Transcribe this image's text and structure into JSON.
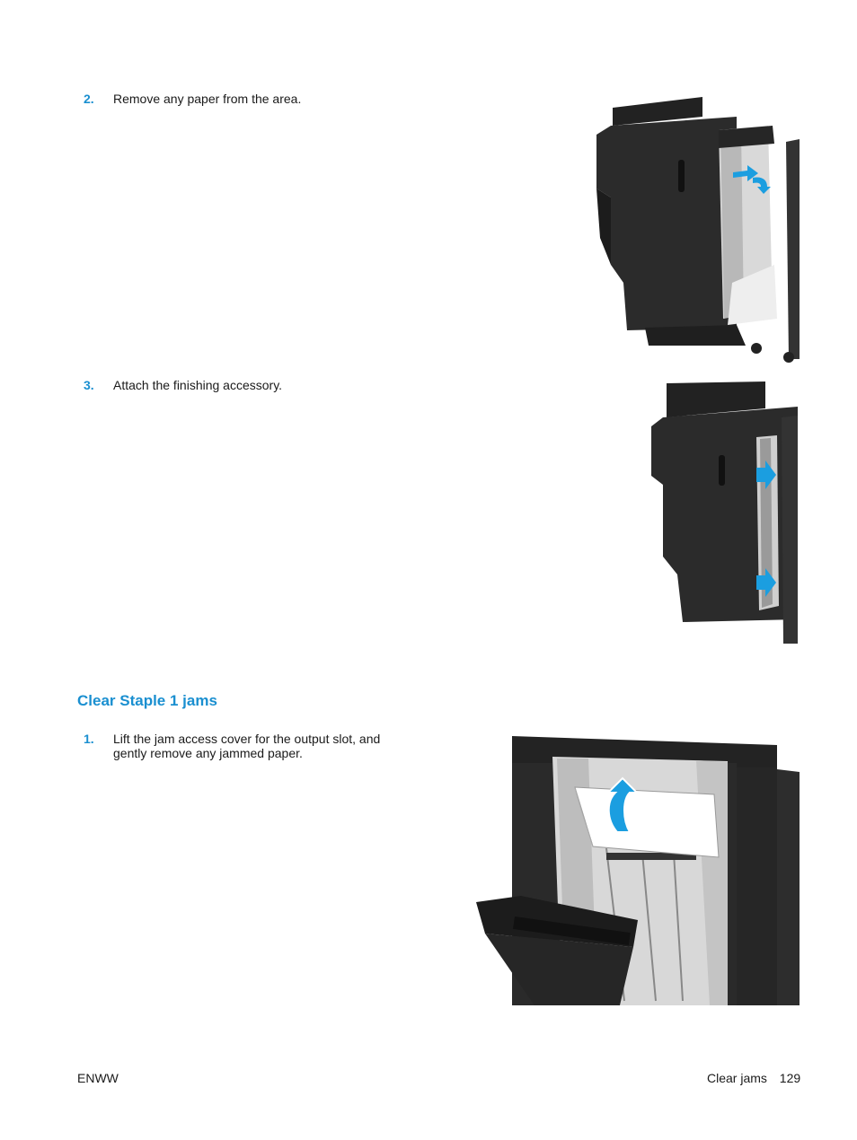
{
  "steps_top": [
    {
      "number": "2.",
      "text": "Remove any paper from the area."
    },
    {
      "number": "3.",
      "text": "Attach the finishing accessory."
    }
  ],
  "section": {
    "heading": "Clear Staple 1 jams",
    "steps": [
      {
        "number": "1.",
        "text": "Lift the jam access cover for the output slot, and gently remove any jammed paper."
      }
    ]
  },
  "footer": {
    "left": "ENWW",
    "section": "Clear jams",
    "page": "129"
  },
  "colors": {
    "accent": "#1a8fd0",
    "device": "#2b2b2b",
    "arrow": "#1b9ee0"
  }
}
